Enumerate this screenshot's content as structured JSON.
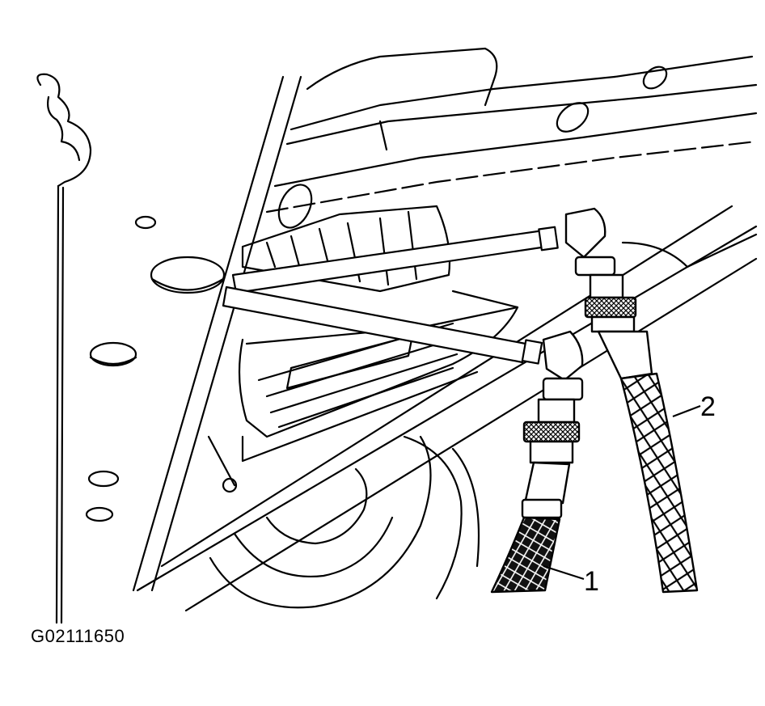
{
  "figure": {
    "id": "G02111650",
    "callouts": [
      {
        "label": "1",
        "target": "hose-1-dark-braided"
      },
      {
        "label": "2",
        "target": "hose-2-light-braided"
      }
    ]
  }
}
